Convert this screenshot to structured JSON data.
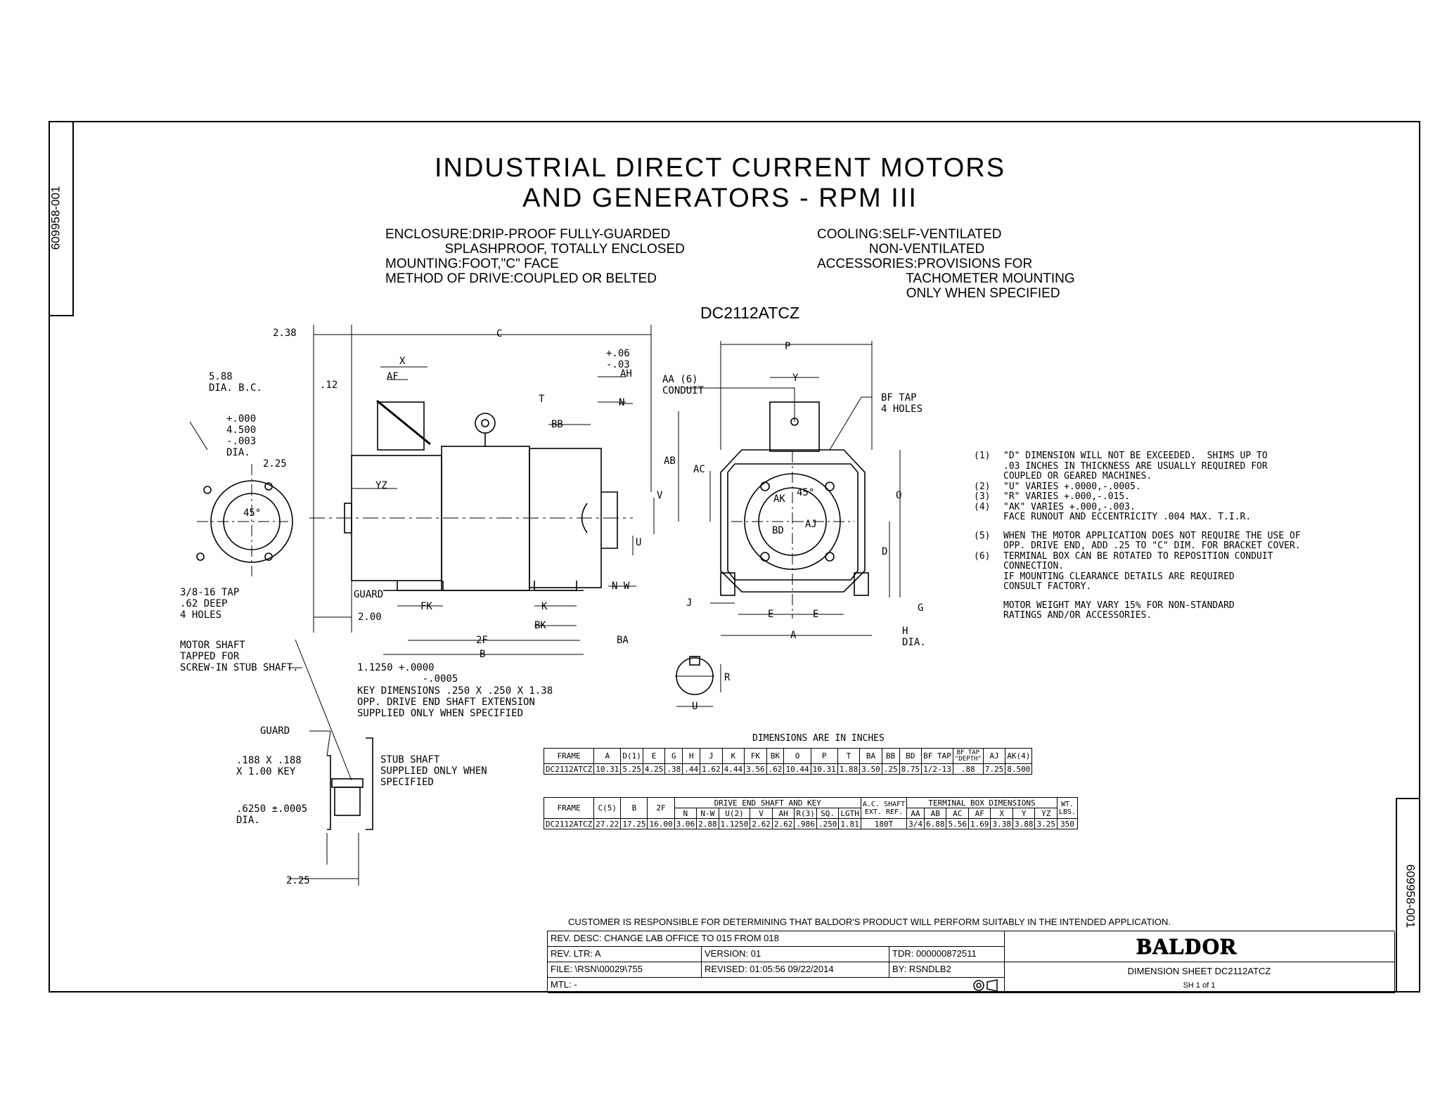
{
  "doc_id": "609958-001",
  "title": {
    "line1": "INDUSTRIAL DIRECT CURRENT MOTORS",
    "line2": "AND GENERATORS - RPM III"
  },
  "specs_left": "ENCLOSURE:DRIP-PROOF FULLY-GUARDED\n                SPLASHPROOF, TOTALLY ENCLOSED\nMOUNTING:FOOT,\"C\" FACE\nMETHOD OF DRIVE:COUPLED OR BELTED",
  "specs_right": "COOLING:SELF-VENTILATED\n              NON-VENTILATED\nACCESSORIES:PROVISIONS FOR\n                        TACHOMETER MOUNTING\n                        ONLY WHEN SPECIFIED",
  "model": "DC2112ATCZ",
  "notes": [
    {
      "num": "(1)",
      "text": "\"D\" DIMENSION WILL NOT BE EXCEEDED.  SHIMS UP TO\n.03 INCHES IN THICKNESS ARE USUALLY REQUIRED FOR\nCOUPLED OR GEARED MACHINES."
    },
    {
      "num": "(2)",
      "text": "\"U\" VARIES +.0000,-.0005."
    },
    {
      "num": "(3)",
      "text": "\"R\" VARIES +.000,-.015."
    },
    {
      "num": "(4)",
      "text": "\"AK\" VARIES +.000,-.003.\nFACE RUNOUT AND ECCENTRICITY .004 MAX. T.I.R."
    },
    {
      "num": "(5)",
      "text": "WHEN THE MOTOR APPLICATION DOES NOT REQUIRE THE USE OF\nOPP. DRIVE END, ADD .25 TO \"C\" DIM. FOR BRACKET COVER."
    },
    {
      "num": "(6)",
      "text": "TERMINAL BOX CAN BE ROTATED TO REPOSITION CONDUIT\nCONNECTION.\nIF MOUNTING CLEARANCE DETAILS ARE REQUIRED\nCONSULT FACTORY."
    },
    {
      "num": "",
      "text": "MOTOR WEIGHT MAY VARY 15% FOR NON-STANDARD\nRATINGS AND/OR ACCESSORIES."
    }
  ],
  "labels": {
    "d238": "2.38",
    "C": "C",
    "bc": "5.88\nDIA. B.C.",
    "d12": ".12",
    "X": "X",
    "AF": "AF",
    "tol06": "+.06\n-.03",
    "AH": "AH",
    "T": "T",
    "N": "N",
    "BB": "BB",
    "pilot": "+.000\n4.500\n-.003\nDIA.",
    "d225a": "2.25",
    "YZ": "YZ",
    "V": "V",
    "U": "U",
    "tap": "3/8-16 TAP\n.62 DEEP\n4 HOLES",
    "guard": "GUARD",
    "d200": "2.00",
    "FK": "FK",
    "K": "K",
    "NW": "N-W",
    "BK": "BK",
    "F2": "2F",
    "BA": "BA",
    "B": "B",
    "motorshaft": "MOTOR SHAFT\nTAPPED FOR\nSCREW-IN STUB SHAFT.",
    "shaft1125": "1.1250 +.0000\n           -.0005",
    "keydims": "KEY DIMENSIONS .250 X .250 X 1.38\nOPP. DRIVE END SHAFT EXTENSION\nSUPPLIED ONLY WHEN SPECIFIED",
    "angle45": "45°",
    "P": "P",
    "Y": "Y",
    "AA": "AA (6)\nCONDUIT",
    "BF": "BF TAP\n4 HOLES",
    "AB": "AB",
    "AC": "AC",
    "O": "O",
    "D": "D",
    "AK": "AK",
    "BD": "BD",
    "AJ": "AJ",
    "J": "J",
    "E": "E",
    "G": "G",
    "A": "A",
    "H": "H\nDIA.",
    "R": "R",
    "guard2": "GUARD",
    "key188": ".188 X .188\nX 1.00 KEY",
    "stub": "STUB SHAFT\nSUPPLIED ONLY WHEN\nSPECIFIED",
    "dia6250": ".6250 ±.0005\nDIA.",
    "d225b": "2.25"
  },
  "dim_heading": "DIMENSIONS ARE IN INCHES",
  "table1": {
    "headers": [
      "FRAME",
      "A",
      "D(1)",
      "E",
      "G",
      "H",
      "J",
      "K",
      "FK",
      "BK",
      "O",
      "P",
      "T",
      "BA",
      "BB",
      "BD",
      "BF TAP",
      "BF TAP\n\"DEPTH\"",
      "AJ",
      "AK(4)"
    ],
    "row": [
      "DC2112ATCZ",
      "10.31",
      "5.25",
      "4.25",
      ".38",
      ".44",
      "1.62",
      "4.44",
      "3.56",
      ".62",
      "10.44",
      "10.31",
      "1.88",
      "3.50",
      ".25",
      "8.75",
      "1/2-13",
      ".88",
      "7.25",
      "8.500"
    ]
  },
  "table2": {
    "group_drive": "DRIVE END SHAFT AND KEY",
    "group_ac": "A.C. SHAFT\nEXT. REF.",
    "group_tb": "TERMINAL BOX DIMENSIONS",
    "wt": "WT.\nLBS.",
    "headers_fixed": [
      "FRAME",
      "C(5)",
      "B",
      "2F"
    ],
    "headers_drive": [
      "N",
      "N-W",
      "U(2)",
      "V",
      "AH",
      "R(3)",
      "SQ.",
      "LGTH"
    ],
    "headers_tb": [
      "AA",
      "AB",
      "AC",
      "AF",
      "X",
      "Y",
      "YZ"
    ],
    "row": [
      "DC2112ATCZ",
      "27.22",
      "17.25",
      "16.00",
      "3.06",
      "2.88",
      "1.1250",
      "2.62",
      "2.62",
      ".986",
      ".250",
      "1.81",
      "180T",
      "3/4",
      "6.88",
      "5.56",
      "1.69",
      "3.38",
      "3.88",
      "3.25",
      "350"
    ]
  },
  "customer_note": "CUSTOMER IS RESPONSIBLE FOR DETERMINING THAT BALDOR'S PRODUCT WILL PERFORM SUITABLY IN THE INTENDED APPLICATION.",
  "title_block": {
    "rev_desc": "REV. DESC:  CHANGE LAB OFFICE TO 015 FROM 018",
    "rev_ltr": "REV. LTR:  A",
    "version": "VERSION: 01",
    "tdr": "TDR: 000000872511",
    "file": "FILE: \\RSN\\00029\\755",
    "revised": "REVISED: 01:05:56  09/22/2014",
    "by": "BY:   RSNDLB2",
    "mtl": "MTL: -",
    "brand": "BALDOR",
    "sheet_name": "DIMENSION SHEET DC2112ATCZ",
    "sheet_no": "SH 1 of 1"
  }
}
